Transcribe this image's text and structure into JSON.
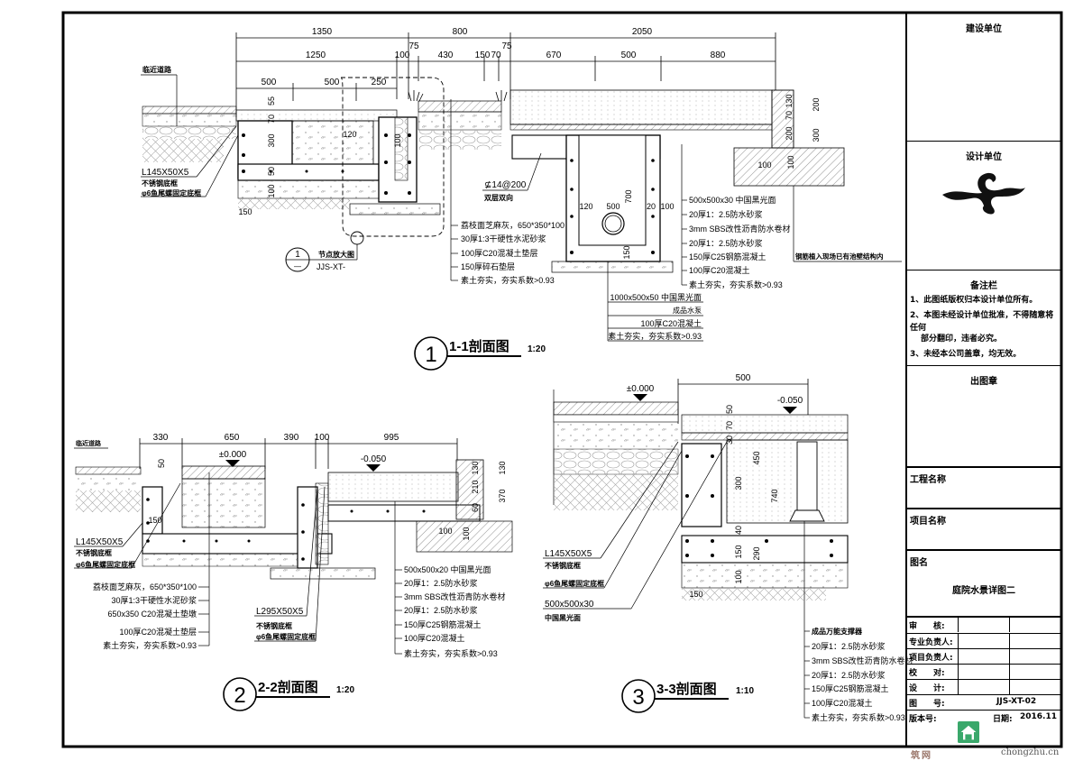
{
  "title_block": {
    "client_label": "建设单位",
    "designer_label": "设计单位",
    "designer_logo_icon": "swirl-logo",
    "notes_label": "备注栏",
    "notes": [
      "1、此图纸版权归本设计单位所有。",
      "2、本图未经设计单位批准，不得随意将任何",
      "部分翻印，违者必究。",
      "3、未经本公司盖章，均无效。"
    ],
    "stamp_label": "出图章",
    "project_label": "工程名称",
    "item_label": "项目名称",
    "drawing_name_label": "图名",
    "drawing_name": "庭院水景详图二",
    "signatures": [
      {
        "label": "审　　核:"
      },
      {
        "label": "专业负责人:"
      },
      {
        "label": "项目负责人:"
      },
      {
        "label": "校　　对:"
      },
      {
        "label": "设　　计:"
      },
      {
        "label": "图　　号:"
      },
      {
        "label": "版本号:"
      }
    ],
    "drawing_number": "JJS-XT-02",
    "date_label": "日期:",
    "date": "2016.11"
  },
  "watermark": {
    "text_cn": "筑网",
    "text_url": "chongzhu.cn"
  },
  "section1": {
    "number": "1",
    "title": "1-1剖面图",
    "scale": "1:20",
    "dims_top": [
      "1350",
      "800",
      "2050"
    ],
    "dims_mid": [
      "1250",
      "100",
      "75",
      "430",
      "150",
      "70",
      "75",
      "670",
      "500",
      "880"
    ],
    "dims_low": [
      "500",
      "500",
      "250"
    ],
    "dims_vert_left": [
      "55",
      "70",
      "300",
      "120",
      "50",
      "100",
      "100",
      "150"
    ],
    "dims_vert_right": [
      "130",
      "70",
      "200",
      "200",
      "300",
      "100",
      "100"
    ],
    "dims_basin": [
      "120",
      "500",
      "700",
      "20",
      "100",
      "150"
    ],
    "left_label": "临近道路",
    "angle_label": "L145X50X5",
    "angle_sub1": "不锈钢底框",
    "angle_sub2": "φ6鱼尾螺固定底框",
    "rebar_label": "⊈14@200",
    "rebar_sub": "双层双向",
    "detail_ref_num": "1",
    "detail_ref_dash": "—",
    "detail_ref_label": "节点放大图",
    "detail_ref_code": "JJS-XT-",
    "layers_a": [
      "荔枝面芝麻灰，650*350*100",
      "30厚1:3干硬性水泥砂浆",
      "100厚C20混凝土垫层",
      "150厚碎石垫层",
      "素土夯实，夯实系数>0.93"
    ],
    "layers_b": [
      "500x500x30  中国黑光面",
      "20厚1：2.5防水砂浆",
      "3mm  SBS改性沥青防水卷材",
      "20厚1：2.5防水砂浆",
      "150厚C25钢筋混凝土",
      "100厚C20混凝土",
      "素土夯实，夯实系数>0.93"
    ],
    "right_note": "钢筋植入现场已有池壁结构内",
    "layers_c": [
      "1000x500x50  中国黑光面",
      "成品水泵",
      "100厚C20混凝土",
      "素土夯实，夯实系数>0.93"
    ]
  },
  "section2": {
    "number": "2",
    "title": "2-2剖面图",
    "scale": "1:20",
    "dims_top": [
      "330",
      "650",
      "390",
      "100",
      "995"
    ],
    "elev_a": "±0.000",
    "elev_b": "-0.050",
    "dims_vert": [
      "50",
      "150",
      "130",
      "210",
      "60",
      "130",
      "370",
      "100",
      "100"
    ],
    "left_label": "临近道路",
    "angle_label": "L145X50X5",
    "angle_sub1": "不锈钢底框",
    "angle_sub2": "φ6鱼尾螺固定底框",
    "angle2_label": "L295X50X5",
    "angle2_sub1": "不锈钢底框",
    "angle2_sub2": "φ6鱼尾螺固定底框",
    "layers_a": [
      "荔枝面芝麻灰，650*350*100",
      "30厚1:3干硬性水泥砂浆",
      "650x350  C20混凝土垫墩",
      "100厚C20混凝土垫层",
      "素土夯实，夯实系数>0.93"
    ],
    "layers_b": [
      "500x500x20  中国黑光面",
      "20厚1：2.5防水砂浆",
      "3mm  SBS改性沥青防水卷材",
      "20厚1：2.5防水砂浆",
      "150厚C25钢筋混凝土",
      "100厚C20混凝土",
      "素土夯实，夯实系数>0.93"
    ]
  },
  "section3": {
    "number": "3",
    "title": "3-3剖面图",
    "scale": "1:10",
    "dims_top": [
      "500"
    ],
    "elev_a": "±0.000",
    "elev_b": "-0.050",
    "dims_vert": [
      "50",
      "70",
      "30",
      "300",
      "450",
      "740",
      "40",
      "150",
      "290",
      "100",
      "150"
    ],
    "angle_label": "L145X50X5",
    "angle_sub1": "不锈钢底框",
    "angle_sub2": "φ6鱼尾螺固定底框",
    "stone_label": "500x500x30",
    "stone_sub": "中国黑光面",
    "layers": [
      "成品万能支撑器",
      "20厚1：2.5防水砂浆",
      "3mm  SBS改性沥青防水卷材",
      "20厚1：2.5防水砂浆",
      "150厚C25钢筋混凝土",
      "100厚C20混凝土",
      "素土夯实，夯实系数>0.93"
    ]
  }
}
